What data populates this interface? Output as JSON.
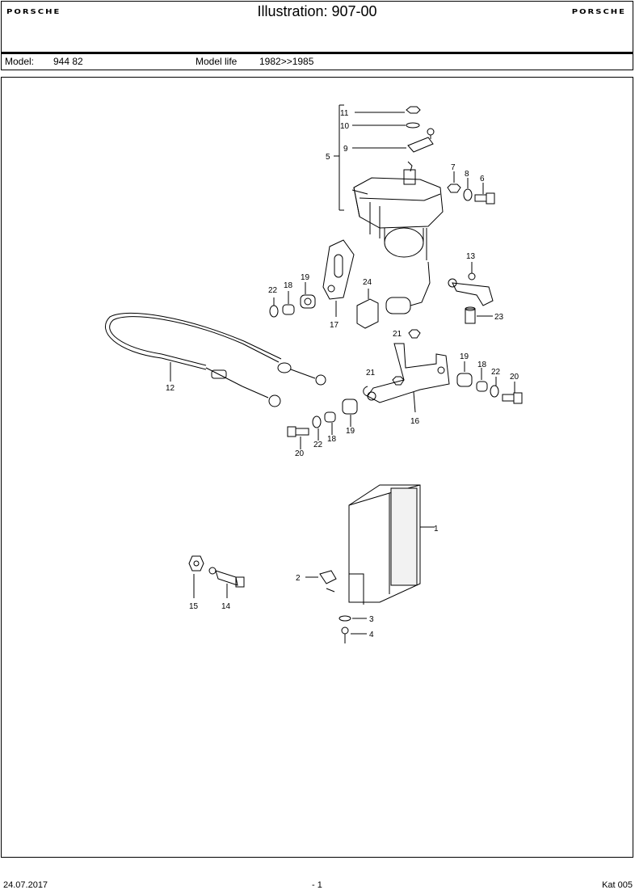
{
  "header": {
    "brand_left": "PORSCHE",
    "title": "Illustration: 907-00",
    "brand_right": "PORSCHE"
  },
  "model_bar": {
    "model_label": "Model:",
    "model_value": "944 82",
    "life_label": "Model life",
    "life_value": "1982>>1985"
  },
  "diagram": {
    "callouts": {
      "c1": "1",
      "c2": "2",
      "c3": "3",
      "c4": "4",
      "c5": "5",
      "c6": "6",
      "c7": "7",
      "c8": "8",
      "c9": "9",
      "c10": "10",
      "c11": "11",
      "c12": "12",
      "c13": "13",
      "c14": "14",
      "c15": "15",
      "c16": "16",
      "c17": "17",
      "c18a": "18",
      "c18b": "18",
      "c18c": "18",
      "c19a": "19",
      "c19b": "19",
      "c19c": "19",
      "c20a": "20",
      "c20b": "20",
      "c21a": "21",
      "c21b": "21",
      "c22a": "22",
      "c22b": "22",
      "c22c": "22",
      "c23": "23",
      "c24": "24"
    }
  },
  "footer": {
    "date": "24.07.2017",
    "page": "- 1",
    "catalog": "Kat 005"
  }
}
